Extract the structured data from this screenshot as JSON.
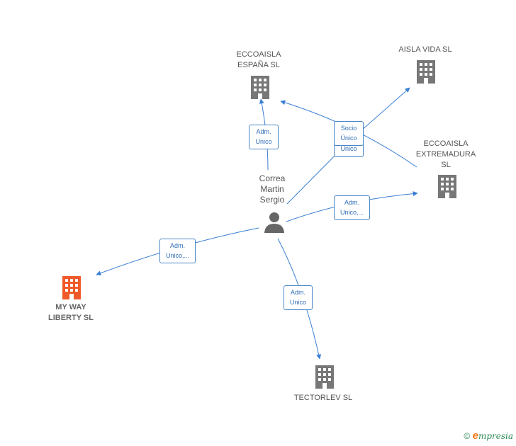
{
  "colors": {
    "edge": "#3a7fd5",
    "company_icon": "#777777",
    "focus_icon": "#f05a2a",
    "person_icon": "#666666"
  },
  "person": {
    "label": "Correa\nMartin\nSergio",
    "icon": "person-icon"
  },
  "companies": {
    "ecco_espana": {
      "label": "ECCOAISLA\nESPAÑA  SL",
      "icon": "building-icon"
    },
    "aisla_vida": {
      "label": "AISLA VIDA  SL",
      "icon": "building-icon"
    },
    "ecco_extremadura": {
      "label": "ECCOAISLA\nEXTREMADURA\nSL",
      "icon": "building-icon"
    },
    "my_way": {
      "label": "MY WAY\nLIBERTY  SL",
      "icon": "building-icon"
    },
    "tectorlev": {
      "label": "TECTORLEV  SL",
      "icon": "building-icon"
    }
  },
  "edges": {
    "to_ecco_espana": "Adm.\nUnico",
    "to_aisla_vida_back": "Unico",
    "to_aisla_vida": "Socio\nÚnico",
    "to_ecco_extremadura": "Adm.\nUnico,...",
    "to_my_way": "Adm.\nUnico,...",
    "to_tectorlev": "Adm.\nUnico"
  },
  "footer": {
    "copyright": "©",
    "brand_initial": "e",
    "brand_rest": "mpresia"
  }
}
